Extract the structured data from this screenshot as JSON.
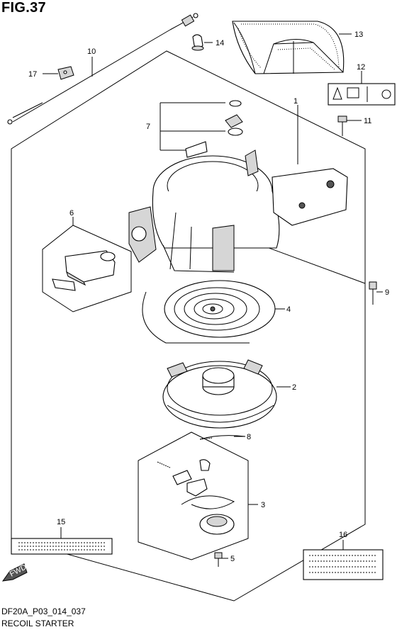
{
  "figure": {
    "title": "FIG.37",
    "code": "DF20A_P03_014_037",
    "name": "RECOIL STARTER",
    "fwd_label": "FWD"
  },
  "callouts": [
    {
      "id": "c1",
      "label": "1"
    },
    {
      "id": "c2",
      "label": "2"
    },
    {
      "id": "c3",
      "label": "3"
    },
    {
      "id": "c4",
      "label": "4"
    },
    {
      "id": "c5",
      "label": "5"
    },
    {
      "id": "c6",
      "label": "6"
    },
    {
      "id": "c7",
      "label": "7"
    },
    {
      "id": "c8",
      "label": "8"
    },
    {
      "id": "c9",
      "label": "9"
    },
    {
      "id": "c10",
      "label": "10"
    },
    {
      "id": "c11",
      "label": "11"
    },
    {
      "id": "c12",
      "label": "12"
    },
    {
      "id": "c13",
      "label": "13"
    },
    {
      "id": "c14",
      "label": "14"
    },
    {
      "id": "c15",
      "label": "15"
    },
    {
      "id": "c16",
      "label": "16"
    },
    {
      "id": "c17",
      "label": "17"
    }
  ]
}
